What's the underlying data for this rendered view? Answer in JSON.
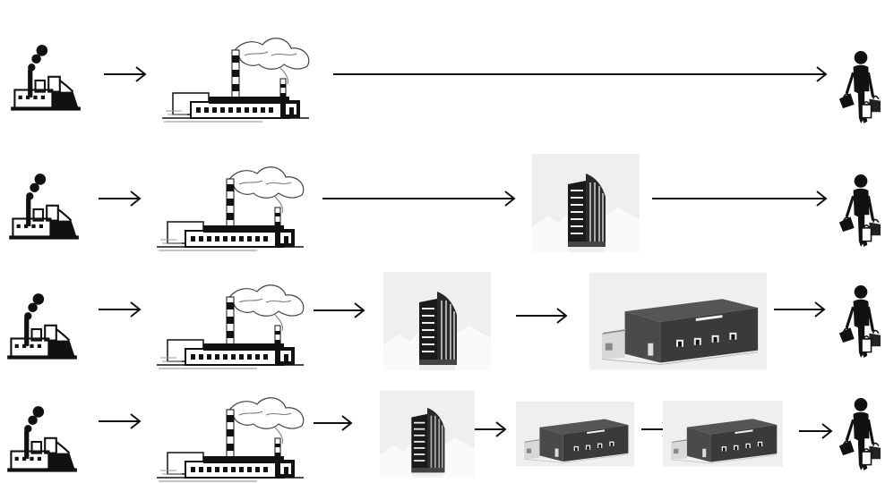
{
  "diagram": {
    "description_free": true,
    "rows": [
      {
        "chain": [
          "factory-icon",
          "power-plant",
          "shopper-icon"
        ]
      },
      {
        "chain": [
          "factory-icon",
          "power-plant",
          "office-building",
          "shopper-icon"
        ]
      },
      {
        "chain": [
          "factory-icon",
          "power-plant",
          "office-building",
          "warehouse",
          "shopper-icon"
        ]
      },
      {
        "chain": [
          "factory-icon",
          "power-plant",
          "office-building",
          "warehouse",
          "warehouse",
          "shopper-icon"
        ]
      }
    ],
    "colors": {
      "ink": "#111111",
      "panel": "#efefef",
      "warehouse_dark": "#3a3a3a",
      "warehouse_roof": "#555555"
    }
  }
}
